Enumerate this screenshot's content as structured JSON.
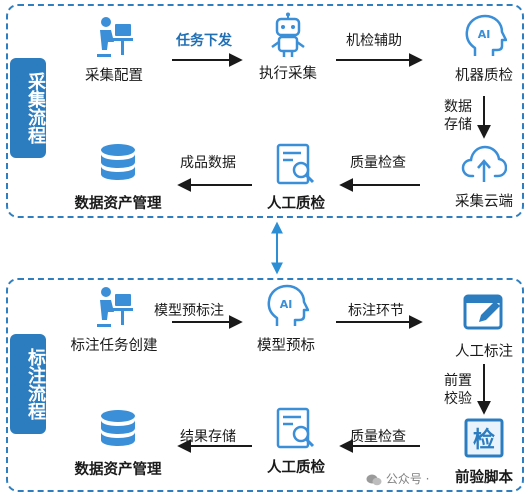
{
  "sections": {
    "collection": {
      "title": "采集流程",
      "nodes": {
        "config": "采集配置",
        "execute": "执行采集",
        "machine_qc": "机器质检",
        "cloud": "采集云端",
        "human_qc": "人工质检",
        "asset": "数据资产管理"
      },
      "edges": {
        "dispatch": "任务下发",
        "assist": "机检辅助",
        "store": "数据存储",
        "quality": "质量检查",
        "product": "成品数据"
      }
    },
    "annotation": {
      "title": "标注流程",
      "nodes": {
        "create": "标注任务创建",
        "pre_label": "模型预标",
        "manual": "人工标注",
        "script": "前验脚本",
        "human_qc": "人工质检",
        "asset": "数据资产管理"
      },
      "edges": {
        "model_pre": "模型预标注",
        "stage": "标注环节",
        "pre_check": "前置校验",
        "quality": "质量检查",
        "store_result": "结果存储"
      }
    }
  },
  "watermark": "公众号 ·",
  "icons": {
    "config": "person-at-desk-icon",
    "execute": "robot-icon",
    "machine_qc": "ai-head-icon",
    "cloud": "cloud-upload-icon",
    "human_qc": "document-search-icon",
    "asset": "database-icon",
    "manual": "edit-window-icon",
    "script": "check-character-icon"
  },
  "colors": {
    "accent": "#2c7dc0",
    "light_accent": "#5aa7e0",
    "text": "#1a1a1a"
  }
}
